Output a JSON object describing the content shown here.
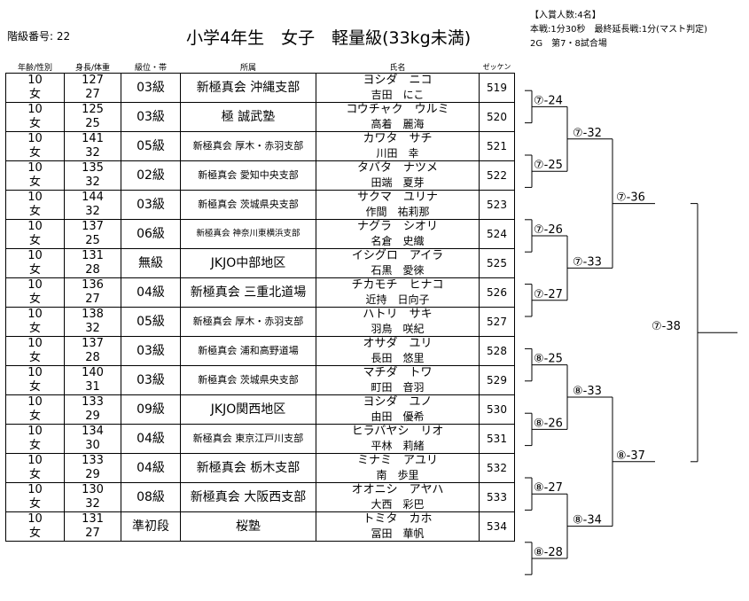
{
  "header": {
    "class_number": "階級番号: 22",
    "title": "小学4年生　女子　軽量級(33kg未満)",
    "info": [
      "【入賞人数:4名】",
      "本戦:1分30秒　最終延長戦:1分(マスト判定)",
      "2G　第7・8試合場"
    ]
  },
  "columns": [
    "年齢/性別",
    "身長/体重",
    "級位・帯",
    "所属",
    "氏名",
    "ゼッケン"
  ],
  "players": [
    {
      "age": "10",
      "sex": "女",
      "height": "127",
      "weight": "27",
      "grade": "03級",
      "dojo": "新極真会 沖縄支部",
      "kana": "ヨシダ　ニコ",
      "kanji": "吉田　にこ",
      "zekken": "519"
    },
    {
      "age": "10",
      "sex": "女",
      "height": "125",
      "weight": "25",
      "grade": "03級",
      "dojo": "極 誠武塾",
      "kana": "コウチャク　ウルミ",
      "kanji": "高着　麗海",
      "zekken": "520"
    },
    {
      "age": "10",
      "sex": "女",
      "height": "141",
      "weight": "32",
      "grade": "05級",
      "dojo": "新極真会 厚木・赤羽支部",
      "kana": "カワタ　サチ",
      "kanji": "川田　幸",
      "zekken": "521"
    },
    {
      "age": "10",
      "sex": "女",
      "height": "135",
      "weight": "32",
      "grade": "02級",
      "dojo": "新極真会 愛知中央支部",
      "kana": "タバタ　ナツメ",
      "kanji": "田端　夏芽",
      "zekken": "522"
    },
    {
      "age": "10",
      "sex": "女",
      "height": "144",
      "weight": "32",
      "grade": "03級",
      "dojo": "新極真会 茨城県央支部",
      "kana": "サクマ　ユリナ",
      "kanji": "作間　祐莉那",
      "zekken": "523"
    },
    {
      "age": "10",
      "sex": "女",
      "height": "137",
      "weight": "25",
      "grade": "06級",
      "dojo": "新極真会 神奈川東横浜支部",
      "kana": "ナグラ　シオリ",
      "kanji": "名倉　史織",
      "zekken": "524"
    },
    {
      "age": "10",
      "sex": "女",
      "height": "131",
      "weight": "28",
      "grade": "無級",
      "dojo": "JKJO中部地区",
      "kana": "イシグロ　アイラ",
      "kanji": "石黒　愛徠",
      "zekken": "525"
    },
    {
      "age": "10",
      "sex": "女",
      "height": "136",
      "weight": "27",
      "grade": "04級",
      "dojo": "新極真会 三重北道場",
      "kana": "チカモチ　ヒナコ",
      "kanji": "近持　日向子",
      "zekken": "526"
    },
    {
      "age": "10",
      "sex": "女",
      "height": "138",
      "weight": "32",
      "grade": "05級",
      "dojo": "新極真会 厚木・赤羽支部",
      "kana": "ハトリ　サキ",
      "kanji": "羽鳥　咲紀",
      "zekken": "527"
    },
    {
      "age": "10",
      "sex": "女",
      "height": "137",
      "weight": "28",
      "grade": "03級",
      "dojo": "新極真会 浦和高野道場",
      "kana": "オサダ　ユリ",
      "kanji": "長田　悠里",
      "zekken": "528"
    },
    {
      "age": "10",
      "sex": "女",
      "height": "140",
      "weight": "31",
      "grade": "03級",
      "dojo": "新極真会 茨城県央支部",
      "kana": "マチダ　トワ",
      "kanji": "町田　音羽",
      "zekken": "529"
    },
    {
      "age": "10",
      "sex": "女",
      "height": "133",
      "weight": "29",
      "grade": "09級",
      "dojo": "JKJO関西地区",
      "kana": "ヨシダ　ユノ",
      "kanji": "由田　優希",
      "zekken": "530"
    },
    {
      "age": "10",
      "sex": "女",
      "height": "134",
      "weight": "30",
      "grade": "04級",
      "dojo": "新極真会 東京江戸川支部",
      "kana": "ヒラバヤシ　リオ",
      "kanji": "平林　莉緒",
      "zekken": "531"
    },
    {
      "age": "10",
      "sex": "女",
      "height": "133",
      "weight": "29",
      "grade": "04級",
      "dojo": "新極真会 栃木支部",
      "kana": "ミナミ　アユリ",
      "kanji": "南　歩里",
      "zekken": "532"
    },
    {
      "age": "10",
      "sex": "女",
      "height": "130",
      "weight": "32",
      "grade": "08級",
      "dojo": "新極真会 大阪西支部",
      "kana": "オオニシ　アヤハ",
      "kanji": "大西　彩巴",
      "zekken": "533"
    },
    {
      "age": "10",
      "sex": "女",
      "height": "131",
      "weight": "27",
      "grade": "準初段",
      "dojo": "桜塾",
      "kana": "トミタ　カホ",
      "kanji": "冨田　華帆",
      "zekken": "534"
    }
  ],
  "bracket": {
    "round1": [
      "⑦-24",
      "⑦-25",
      "⑦-26",
      "⑦-27",
      "⑧-25",
      "⑧-26",
      "⑧-27",
      "⑧-28"
    ],
    "round2": [
      "⑦-32",
      "⑦-33",
      "⑧-33",
      "⑧-34"
    ],
    "round3": [
      "⑦-36",
      "⑧-37"
    ],
    "final": "⑦-38"
  }
}
